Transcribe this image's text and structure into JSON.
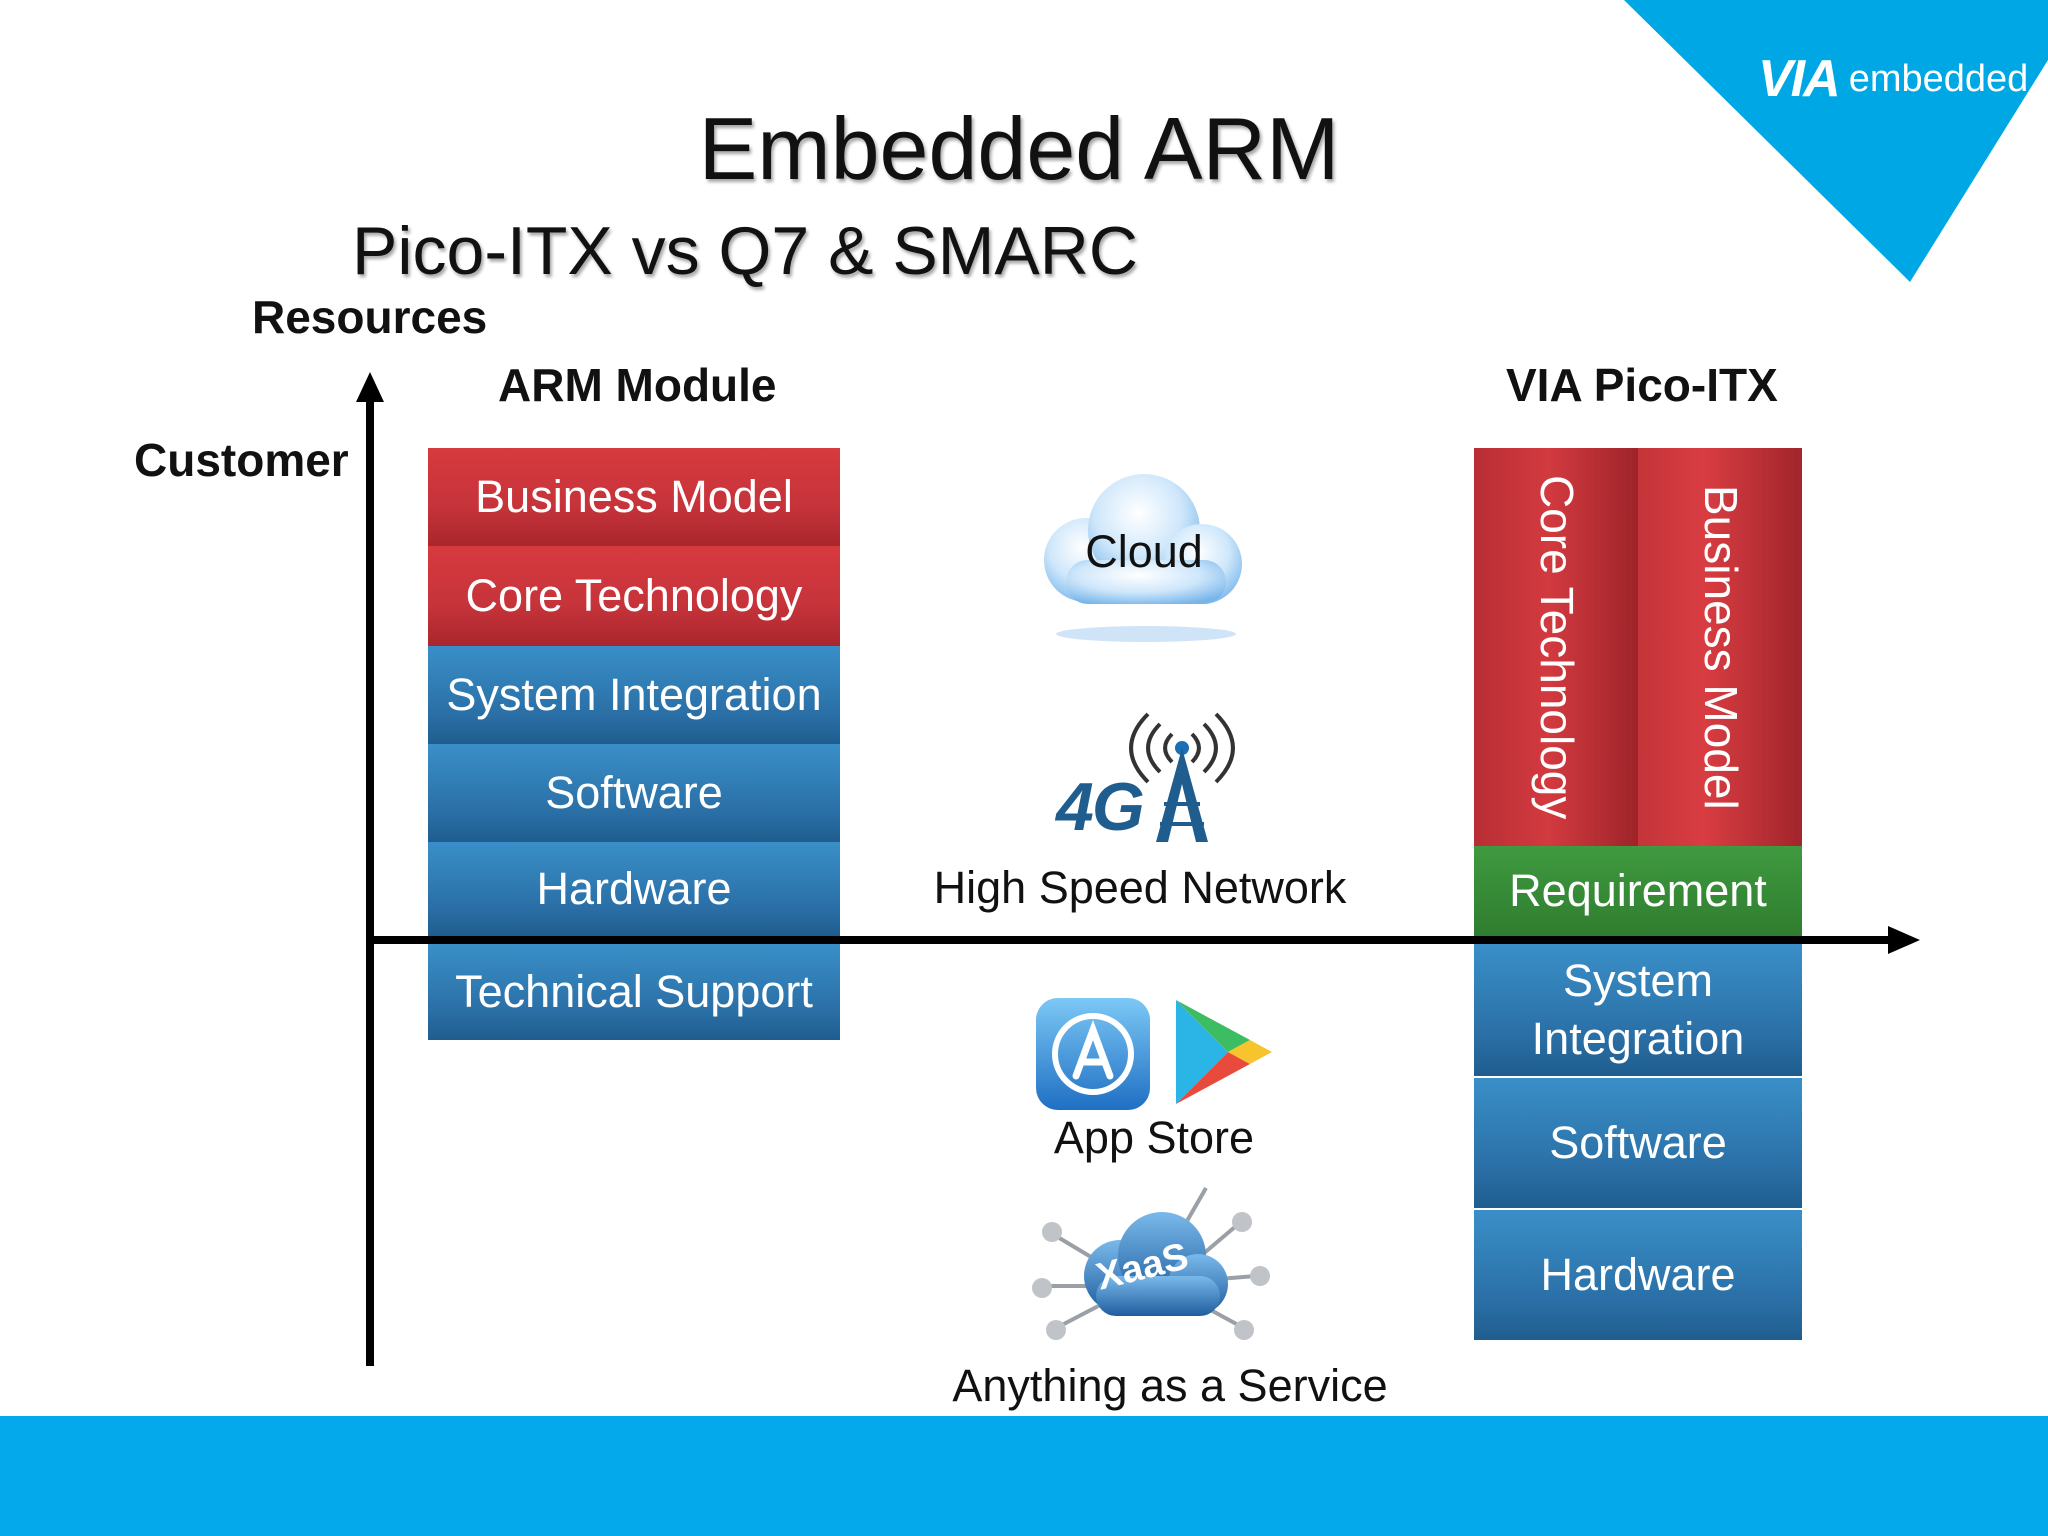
{
  "brand": {
    "logo_text": "embedded",
    "logo_mark": "VIA",
    "accent": "#00a7e5"
  },
  "title": "Embedded ARM",
  "subtitle": "Pico-ITX vs Q7 & SMARC",
  "axes": {
    "y_label": "Resources",
    "y_level_label": "Customer"
  },
  "left_column": {
    "heading": "ARM Module",
    "blocks": [
      "Business Model",
      "Core Technology",
      "System Integration",
      "Software",
      "Hardware",
      "Technical Support"
    ]
  },
  "center": {
    "cloud_label": "Cloud",
    "network_badge": "4G",
    "network_label": "High Speed Network",
    "app_store_label": "App Store",
    "xaas_badge": "XaaS",
    "xaas_label": "Anything as a Service"
  },
  "right_column": {
    "heading": "VIA Pico-ITX",
    "vertical_blocks": [
      "Core Technology",
      "Business Model"
    ],
    "requirement": "Requirement",
    "blocks": [
      "System Integration",
      "Software",
      "Hardware"
    ]
  },
  "colors": {
    "red": "#c6333a",
    "blue": "#2a6fa6",
    "green": "#2f7d2f",
    "bottom_bar": "#03a9eb"
  }
}
